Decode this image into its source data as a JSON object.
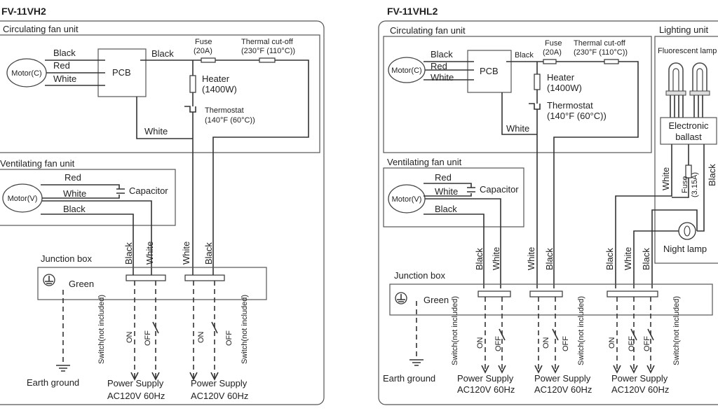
{
  "left": {
    "title": "FV-11VH2",
    "circ_title": "Circulating fan unit",
    "motor_c": "Motor(C)",
    "wire_black": "Black",
    "wire_red": "Red",
    "wire_white": "White",
    "pcb": "PCB",
    "pcb_black": "Black",
    "fuse": "Fuse",
    "fuse_rating": "(20A)",
    "thermal": "Thermal cut-off",
    "thermal_rating": "(230°F (110°C))",
    "heater": "Heater",
    "heater_rating": "(1400W)",
    "thermostat": "Thermostat",
    "thermostat_rating": "(140°F (60°C))",
    "heater_white": "White",
    "vent_title": "Ventilating fan unit",
    "motor_v": "Motor(V)",
    "vent_red": "Red",
    "vent_white": "White",
    "vent_black": "Black",
    "capacitor": "Capacitor",
    "jb_title": "Junction box",
    "green": "Green",
    "v_black1": "Black",
    "v_white1": "White",
    "v_white2": "White",
    "v_black2": "Black",
    "switch1": "Switch(not included)",
    "switch2": "Switch(not included)",
    "on": "ON",
    "off": "OFF",
    "earth": "Earth ground",
    "ps1_a": "Power Supply",
    "ps1_b": "AC120V 60Hz",
    "ps2_a": "Power Supply",
    "ps2_b": "AC120V 60Hz"
  },
  "right": {
    "title": "FV-11VHL2",
    "circ_title": "Circulating fan unit",
    "light_title": "Lighting unit",
    "fluorescent": "Fluorescent lamp",
    "ballast_a": "Electronic",
    "ballast_b": "ballast",
    "motor_c": "Motor(C)",
    "wire_black": "Black",
    "wire_red": "Red",
    "wire_white": "White",
    "pcb": "PCB",
    "pcb_black": "Black",
    "fuse": "Fuse",
    "fuse_rating": "(20A)",
    "thermal": "Thermal cut-off",
    "thermal_rating": "(230°F (110°C))",
    "heater": "Heater",
    "heater_rating": "(1400W)",
    "thermostat": "Thermostat",
    "thermostat_rating": "(140°F (60°C))",
    "heater_white": "White",
    "vent_title": "Ventilating fan unit",
    "motor_v": "Motor(V)",
    "vent_red": "Red",
    "vent_white": "White",
    "vent_black": "Black",
    "capacitor": "Capacitor",
    "l_white": "White",
    "l_fuse": "Fuse",
    "l_fuse_rating": "(3.15A)",
    "l_black": "Black",
    "night_lamp": "Night lamp",
    "jb_title": "Junction box",
    "green": "Green",
    "v_black1": "Black",
    "v_white1": "White",
    "v_white2": "White",
    "v_black2": "Black",
    "v_black3": "Black",
    "v_white3": "White",
    "v_black4": "Black",
    "switch1": "Switch(not included)",
    "switch2": "Switch(not included)",
    "switch3": "Switch(not included)",
    "on": "ON",
    "off": "OFF",
    "earth": "Earth ground",
    "ps1_a": "Power Supply",
    "ps1_b": "AC120V 60Hz",
    "ps2_a": "Power Supply",
    "ps2_b": "AC120V 60Hz",
    "ps3_a": "Power Supply",
    "ps3_b": "AC120V 60Hz"
  }
}
